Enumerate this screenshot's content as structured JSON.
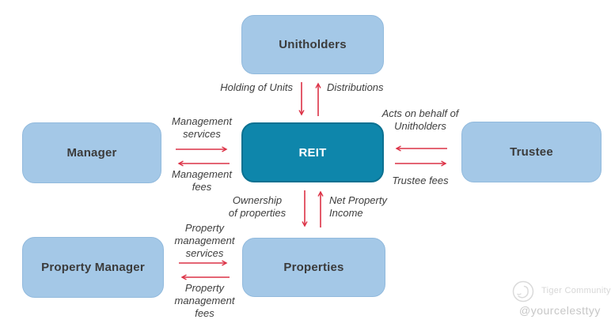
{
  "diagram": {
    "title_implied": "REIT structure",
    "nodes": {
      "unitholders": {
        "label": "Unitholders"
      },
      "manager": {
        "label": "Manager"
      },
      "reit": {
        "label": "REIT"
      },
      "trustee": {
        "label": "Trustee"
      },
      "property_manager": {
        "label": "Property Manager"
      },
      "properties": {
        "label": "Properties"
      }
    },
    "edge_labels": {
      "holding_of_units": "Holding of Units",
      "distributions": "Distributions",
      "management_services": "Management\nservices",
      "management_fees": "Management\nfees",
      "acts_on_behalf": "Acts on behalf of\nUnitholders",
      "trustee_fees": "Trustee fees",
      "ownership_of_properties": "Ownership\nof properties",
      "net_property_income": "Net Property\nIncome",
      "property_management_services": "Property\nmanagement\nservices",
      "property_management_fees": "Property\nmanagement\nfees"
    },
    "colors": {
      "node_fill": "#a4c8e7",
      "node_border": "#92badd",
      "reit_fill": "#0e86ab",
      "reit_border": "#0b7191",
      "arrow": "#dc3246",
      "label_text": "#3e3e3e",
      "node_text": "#3b3b3b",
      "reit_text": "#ffffff",
      "watermark_text": "#c7c7c7"
    },
    "watermark": {
      "brand": "Tiger Community",
      "handle": "@yourcelesttyy"
    }
  }
}
